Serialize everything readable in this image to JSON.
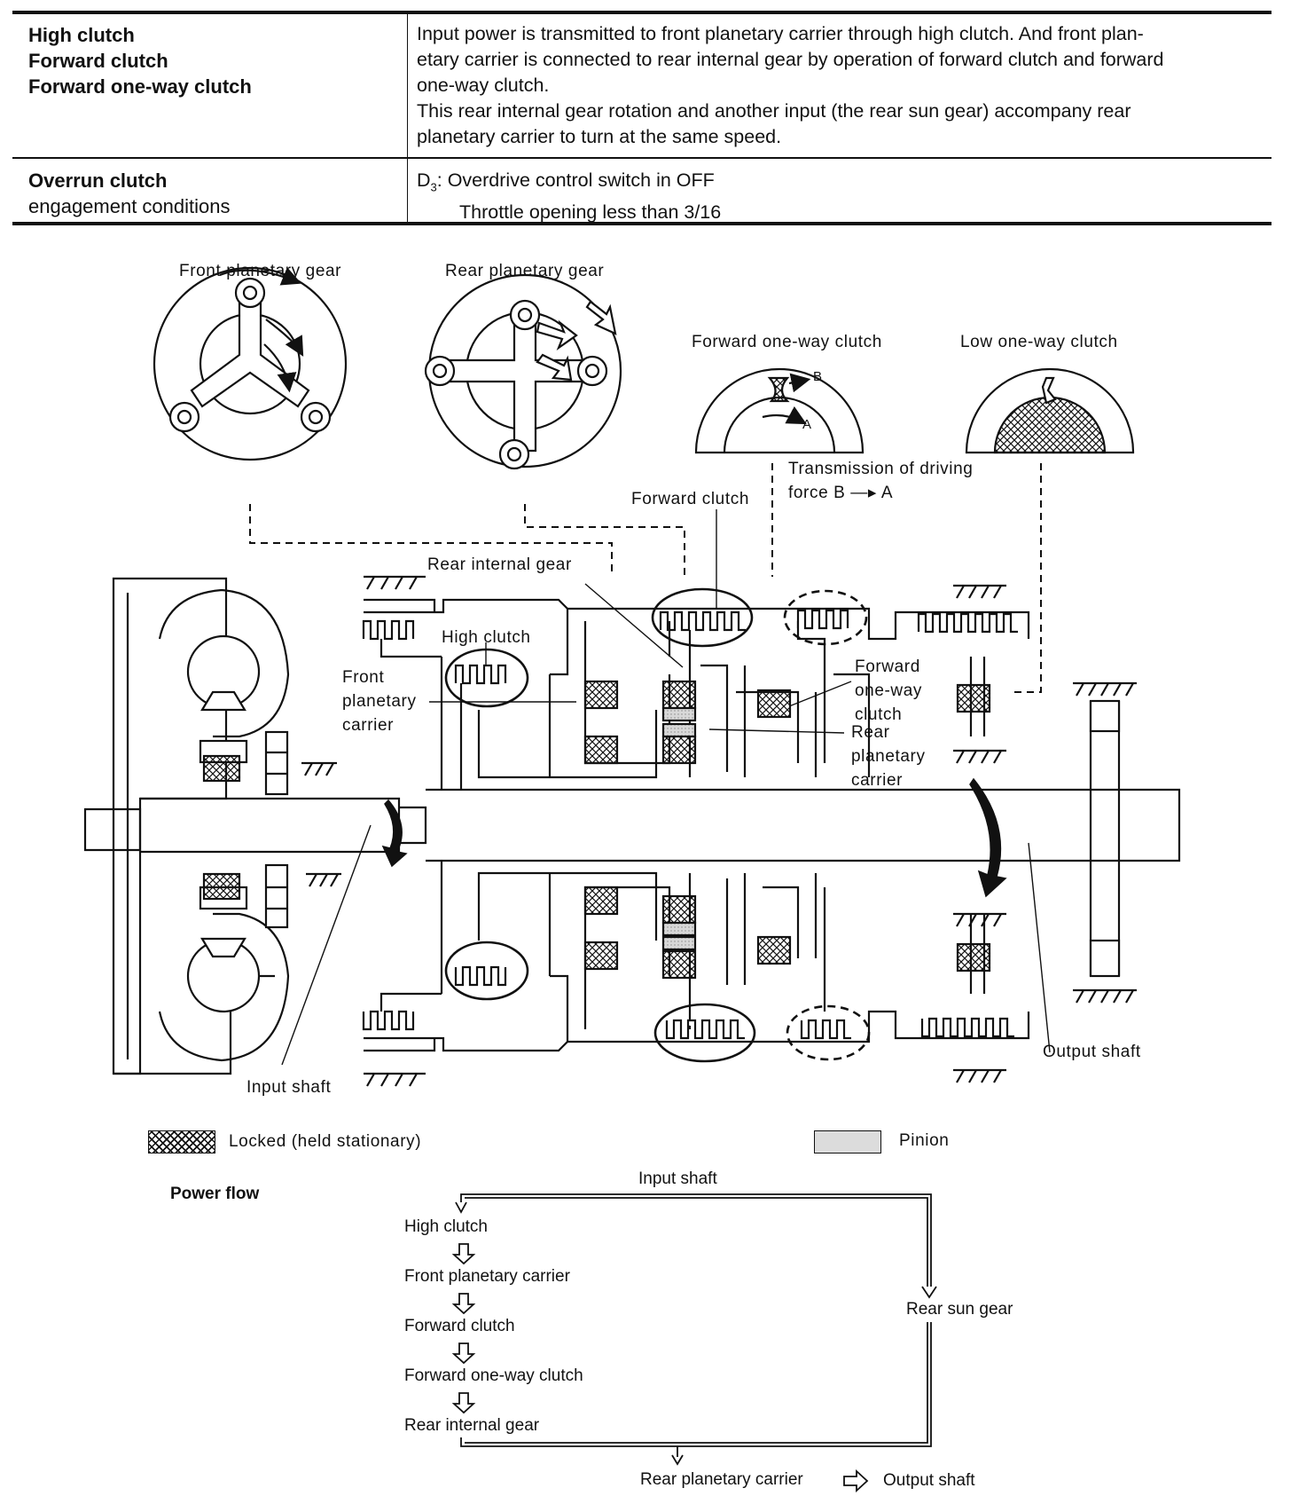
{
  "table": {
    "row1": {
      "left": [
        "High clutch",
        "Forward clutch",
        "Forward one-way clutch"
      ],
      "right": [
        "Input power is transmitted to front planetary carrier through high clutch. And front plan-",
        "etary carrier is connected to rear internal gear by operation of forward clutch and forward",
        "one-way clutch.",
        "This rear internal gear rotation and another input (the rear sun gear) accompany rear",
        "planetary carrier to turn at the same speed."
      ]
    },
    "row2": {
      "left_bold": "Overrun clutch",
      "left_normal": "engagement conditions",
      "right_line1_prefix": "D",
      "right_line1_sub": "3",
      "right_line1_suffix": ": Overdrive control switch in OFF",
      "right_line2": "Throttle opening less than 3/16"
    }
  },
  "diagram": {
    "front_planetary_gear": "Front planetary gear",
    "rear_planetary_gear": "Rear planetary gear",
    "forward_one_way_clutch_title": "Forward one-way clutch",
    "low_one_way_clutch_title": "Low one-way clutch",
    "label_b": "B",
    "label_a": "A",
    "transmission_line1": "Transmission of driving",
    "transmission_line2": "force B —▸ A",
    "forward_clutch": "Forward clutch",
    "rear_internal_gear": "Rear internal gear",
    "high_clutch": "High clutch",
    "front_planetary_carrier": [
      "Front",
      "planetary",
      "carrier"
    ],
    "forward_one_way_clutch": [
      "Forward",
      "one-way",
      "clutch"
    ],
    "rear_planetary_carrier": [
      "Rear",
      "planetary",
      "carrier"
    ],
    "input_shaft": "Input shaft",
    "output_shaft": "Output shaft"
  },
  "legend": {
    "locked": "Locked (held stationary)",
    "pinion": "Pinion"
  },
  "power_flow": {
    "title": "Power flow",
    "input_shaft": "Input shaft",
    "chain": [
      "High clutch",
      "Front planetary carrier",
      "Forward clutch",
      "Forward one-way clutch",
      "Rear internal gear"
    ],
    "rear_sun_gear": "Rear sun gear",
    "rear_planetary_carrier": "Rear planetary carrier",
    "output_shaft": "Output shaft"
  }
}
